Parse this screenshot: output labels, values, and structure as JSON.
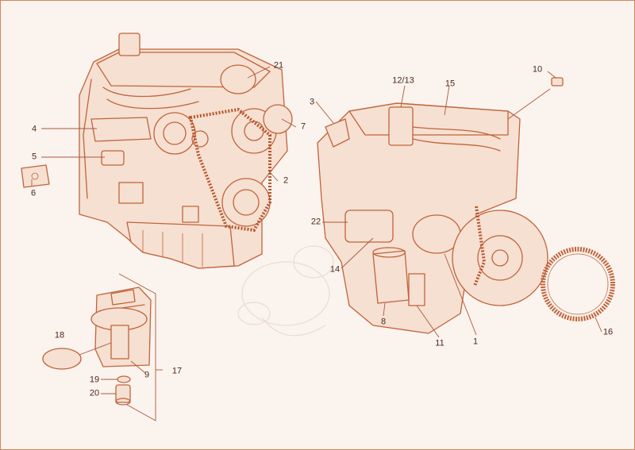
{
  "callouts": [
    {
      "id": "c1",
      "label": "1"
    },
    {
      "id": "c2",
      "label": "2"
    },
    {
      "id": "c3",
      "label": "3"
    },
    {
      "id": "c4",
      "label": "4"
    },
    {
      "id": "c5",
      "label": "5"
    },
    {
      "id": "c6",
      "label": "6"
    },
    {
      "id": "c7",
      "label": "7"
    },
    {
      "id": "c8",
      "label": "8"
    },
    {
      "id": "c9",
      "label": "9"
    },
    {
      "id": "c10",
      "label": "10"
    },
    {
      "id": "c11",
      "label": "11"
    },
    {
      "id": "c12_13",
      "label": "12/13"
    },
    {
      "id": "c14",
      "label": "14"
    },
    {
      "id": "c15",
      "label": "15"
    },
    {
      "id": "c16",
      "label": "16"
    },
    {
      "id": "c17",
      "label": "17"
    },
    {
      "id": "c18",
      "label": "18"
    },
    {
      "id": "c19",
      "label": "19"
    },
    {
      "id": "c20",
      "label": "20"
    },
    {
      "id": "c21",
      "label": "21"
    },
    {
      "id": "c22",
      "label": "22"
    }
  ],
  "colors": {
    "ink": "#c0643a",
    "background": "#fbf3ee"
  }
}
